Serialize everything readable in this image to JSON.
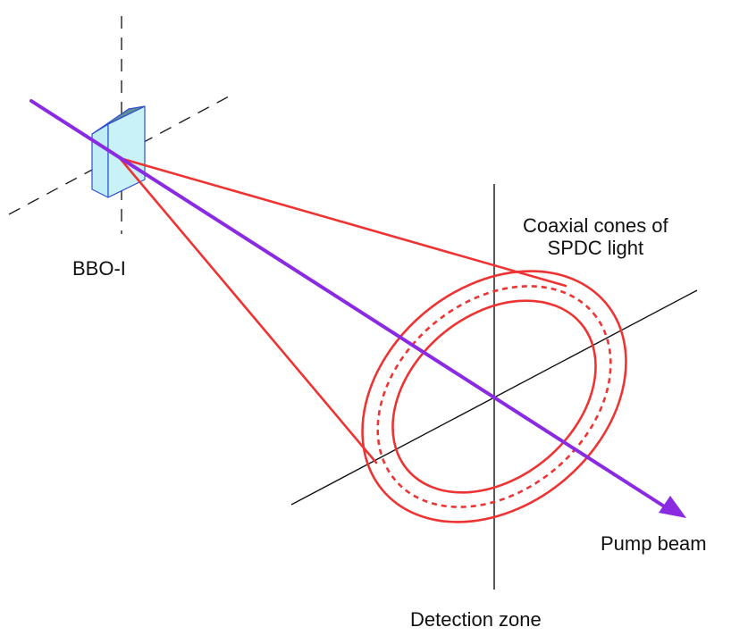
{
  "labels": {
    "crystal": "BBO-I",
    "cones_line1": "Coaxial cones of",
    "cones_line2": "SPDC light",
    "pump": "Pump beam",
    "detection": "Detection zone"
  },
  "colors": {
    "pump_beam": "#8a2be2",
    "spdc_light": "#ee3333",
    "crystal_fill": "#bfeef6",
    "crystal_top": "#5f8f92",
    "crystal_edge": "#2f4fd0",
    "axes": "#111111"
  }
}
